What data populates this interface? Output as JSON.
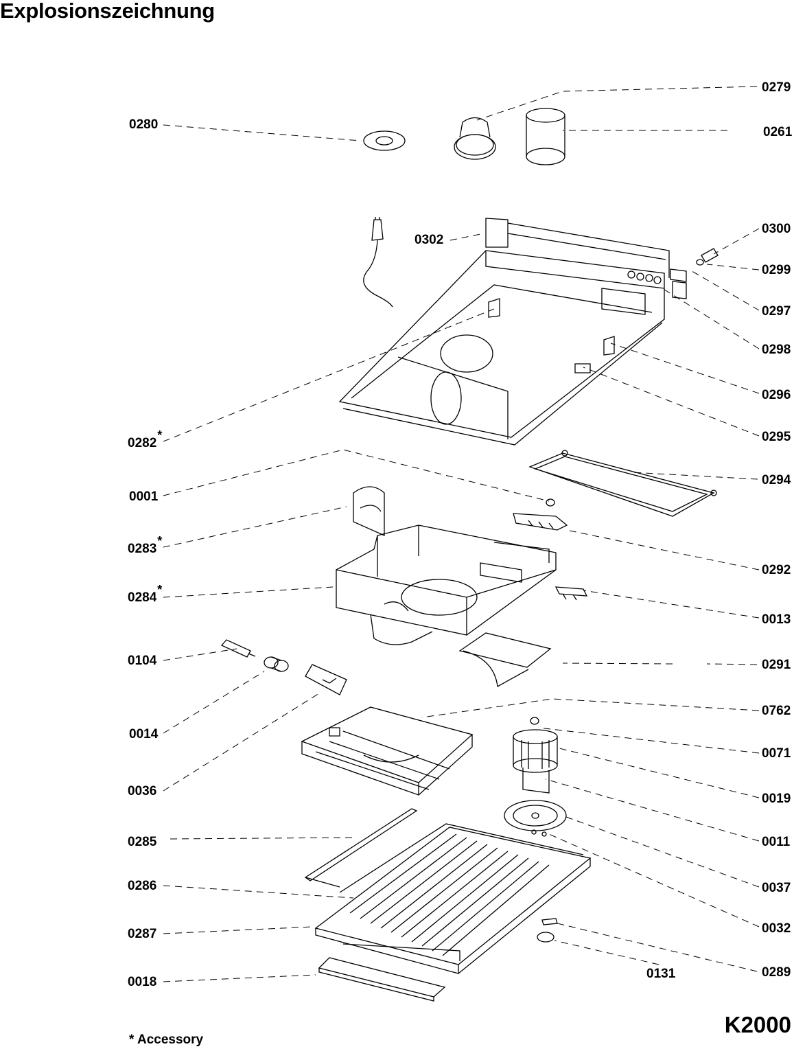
{
  "title": "Explosionszeichnung",
  "model": "K2000",
  "footnote": "* Accessory",
  "labels": {
    "p0279": "0279",
    "p0261": "0261",
    "p0280": "0280",
    "p0302": "0302",
    "p0300": "0300",
    "p0299": "0299",
    "p0297": "0297",
    "p0298": "0298",
    "p0296": "0296",
    "p0295": "0295",
    "p0282": "0282",
    "p0294": "0294",
    "p0001": "0001",
    "p0283": "0283",
    "p0292": "0292",
    "p0284": "0284",
    "p0013": "0013",
    "p0104": "0104",
    "p0291": "0291",
    "p0762": "0762",
    "p0014": "0014",
    "p0071": "0071",
    "p0019": "0019",
    "p0036": "0036",
    "p0011": "0011",
    "p0285": "0285",
    "p0037": "0037",
    "p0286": "0286",
    "p0032": "0032",
    "p0287": "0287",
    "p0018": "0018",
    "p0131": "0131",
    "p0289": "0289"
  },
  "accessory_mark": "*"
}
